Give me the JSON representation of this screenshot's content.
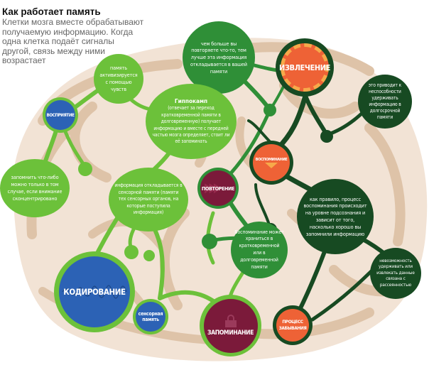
{
  "header": {
    "title": "Как работает память",
    "description": "Клетки мозга вместе обрабатывают получаемую информацию. Когда одна клетка подаёт сигналы другой, связь между ними возрастает"
  },
  "colors": {
    "brain_fill": "#f3e4d6",
    "brain_fold": "#dcc0a4",
    "light_green": "#6cc13a",
    "mid_green": "#2f8f37",
    "dark_green": "#174a22",
    "blue": "#2c62b5",
    "maroon": "#7b1a3a",
    "orange": "#ee6236",
    "orange_ray": "#f7a94a"
  },
  "stages": {
    "perception": "ВОСПРИЯТИЕ",
    "encoding": "КОДИРОВАНИЕ",
    "sensory_memory": "сенсорная память",
    "repetition": "ПОВТОРЕНИЕ",
    "memorization": "ЗАПОМИНАНИЕ",
    "retrieval": "ИЗВЛЕЧЕНИЕ",
    "recollection": "ВОСПОМИНАНИЕ",
    "forgetting": "ПРОЦЕСС ЗАБЫВАНИЯ"
  },
  "notes": {
    "senses": "память активизируется с помощью чувств",
    "attention": "запомнить что-либо можно только в том случае, если внимание сконцентрировано",
    "hippocampus_title": "Гиппокамп",
    "hippocampus": "(отвечает за переход кратковременной памяти в долговременную) получает информацию и вместе с передней частью мозга определяет, стоит ли её запоминать",
    "sensory_storage": "информация откладывается в сенсорной памяти (памяти тех сенсорных органов, на которые поступила информация)",
    "repeat_more": "чем больше вы повторяете что-то, тем лучше эта информация откладывается в вашей памяти",
    "storage_types": "Воспоминание может храниться в кратковременной или в долговременной памяти",
    "inability": "это приводит к неспособности удерживать информацию в долгосрочной памяти",
    "subconscious": "как правило, процесс воспоминания происходит на уровне подсознания и зависит от того, насколько хорошо вы запомнили информацию",
    "scattered": "невозможность удерживать или извлекать данные связана с рассеянностью"
  }
}
